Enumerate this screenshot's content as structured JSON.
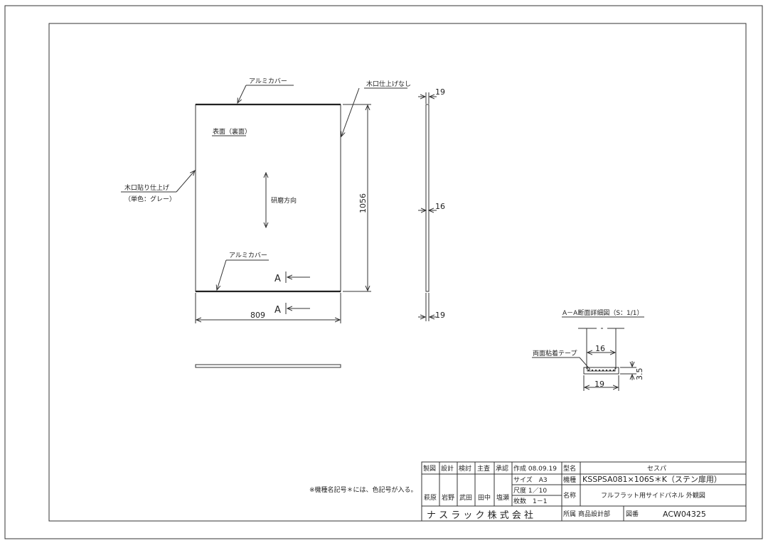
{
  "labels": {
    "alu_cover_top": "アルミカバー",
    "edge_unfinished": "木口仕上げなし",
    "surface": "表面（裏面）",
    "edge_finish_1": "木口貼り仕上げ",
    "edge_finish_2": "（単色：グレー）",
    "polish_direction": "研磨方向",
    "alu_cover_bottom": "アルミカバー",
    "section_a1": "A",
    "section_a2": "A",
    "dim_width": "809",
    "dim_height": "1056",
    "dim_side_top": "19",
    "dim_side_mid": "16",
    "dim_side_bottom": "19",
    "detail_title": "A－A断面詳細図（S：1/1）",
    "tape": "両面粘着テープ",
    "detail_16": "16",
    "detail_19": "19",
    "detail_35": "3.5",
    "note": "※機種名記号＊には、色記号が入る。"
  },
  "title_block": {
    "roles": [
      "製図",
      "設計",
      "検討",
      "主査",
      "承認"
    ],
    "names": [
      "萩原",
      "岩野",
      "武田",
      "田中",
      "塩瀬"
    ],
    "created": "作成 08.09.19",
    "size": "サイズ　A3",
    "scale": "尺度 1／10",
    "sheets": "枚数　1－1",
    "model_label": "型名",
    "model_value": "セスパ",
    "type_label": "機種",
    "type_value": "KSSPSA081×106S＊K（ステン扉用）",
    "name_label": "名称",
    "name_value": "フルフラット用サイドパネル 外観図",
    "company": "ナ ス ラ ッ ク 株 式 会 社",
    "dept_label": "所属",
    "dept_value": "商品設計部",
    "drawing_no_label": "図番",
    "drawing_no_value": "ACW04325"
  }
}
